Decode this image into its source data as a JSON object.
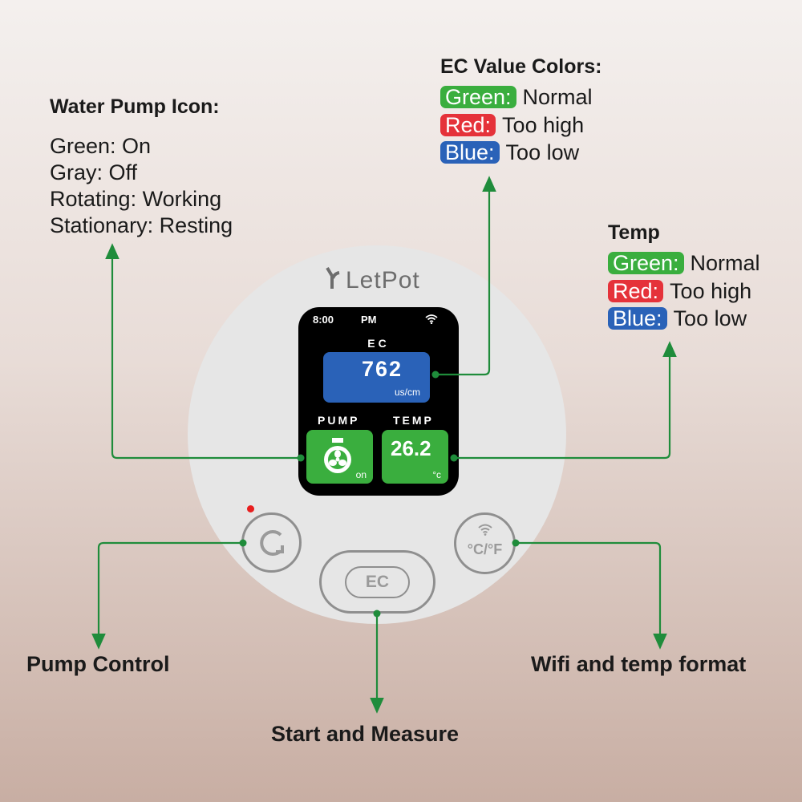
{
  "pump_legend": {
    "title": "Water Pump Icon:",
    "lines": [
      "Green: On",
      "Gray: Off",
      "Rotating: Working",
      "Stationary: Resting"
    ]
  },
  "ec_legend": {
    "title": "EC Value Colors:",
    "items": [
      {
        "badge": "Green:",
        "text": "Normal",
        "color": "#3aae3e"
      },
      {
        "badge": "Red:",
        "text": "Too high",
        "color": "#e5323a"
      },
      {
        "badge": "Blue:",
        "text": "Too low",
        "color": "#2a62b8"
      }
    ]
  },
  "temp_legend": {
    "title": "Temp",
    "items": [
      {
        "badge": "Green:",
        "text": "Normal",
        "color": "#3aae3e"
      },
      {
        "badge": "Red:",
        "text": "Too high",
        "color": "#e5323a"
      },
      {
        "badge": "Blue:",
        "text": "Too low",
        "color": "#2a62b8"
      }
    ]
  },
  "device": {
    "logo": "LetPot",
    "time": "8:00",
    "ampm": "PM",
    "ec_label": "EC",
    "ec_value": "762",
    "ec_unit": "us/cm",
    "pump_label": "PUMP",
    "pump_state": "on",
    "temp_label": "TEMP",
    "temp_value": "26.2",
    "temp_unit": "°c",
    "ec_button": "EC",
    "temp_button": "°C/°F"
  },
  "labels": {
    "pump_control": "Pump Control",
    "start_measure": "Start and Measure",
    "wifi_temp": "Wifi and temp format"
  },
  "colors": {
    "line": "#1f8c3b",
    "blue": "#2a62b8",
    "green": "#3aae3e"
  }
}
